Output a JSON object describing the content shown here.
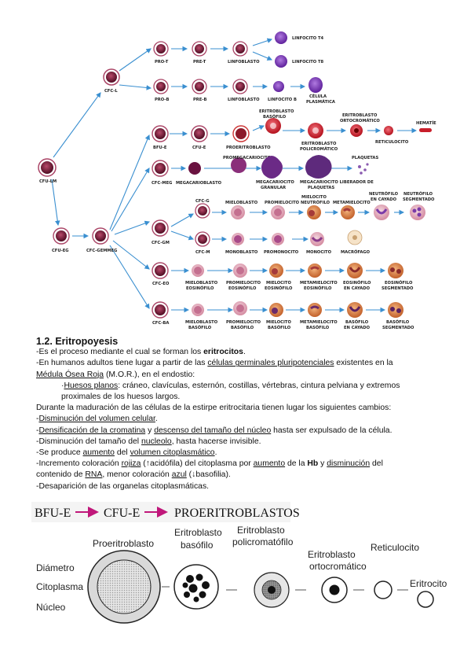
{
  "diagram": {
    "nodes": {
      "cfu_lm": "CFU-LM",
      "cfc_l": "CFC-L",
      "pro_t": "PRO-T",
      "pre_t": "PRE-T",
      "linfoblasto": "LINFOBLASTO",
      "linfocito_t4": "LINFOCITO T4",
      "linfocito_t8": "LINFOCITO T8",
      "pro_b": "PRO-B",
      "pre_b": "PRE-B",
      "linfoblasto_b": "LINFOBLASTO",
      "linfocito_b": "LINFOCITO B",
      "celula_plasmatica_1": "CÉLULA",
      "celula_plasmatica_2": "PLASMÁTICA",
      "bfu_e": "BFU-E",
      "cfu_e": "CFU-E",
      "proeritroblasto": "PROERITROBLASTO",
      "eritro_basofilo_1": "ERITROBLASTO",
      "eritro_basofilo_2": "BASÓFILO",
      "eritro_poli_1": "ERITROBLASTO",
      "eritro_poli_2": "POLICROMÁTICO",
      "eritro_orto_1": "ERITROBLASTO",
      "eritro_orto_2": "ORTOCROMÁTICO",
      "reticulocito": "RETICULOCITO",
      "hematie": "HEMATÍE",
      "cfc_meg": "CFC-MEG",
      "megacarioblasto": "MEGACARIOBLASTO",
      "promegacariocito": "PROMEGACARIOCITO",
      "megacariocito_granular_1": "MEGACARIOCITO",
      "megacariocito_granular_2": "GRANULAR",
      "megacariocito_liberador_1": "MEGACARIOCITO LIBERADOR DE",
      "megacariocito_liberador_2": "PLAQUETAS",
      "plaquetas": "PLAQUETAS",
      "cfu_eg": "CFU-EG",
      "cfc_gemmeg": "CFC-GEMMEG",
      "cfc_gm": "CFC-GM",
      "cfc_g": "CFC-G",
      "mieloblasto": "MIELOBLASTO",
      "promielocito": "PROMIELOCITO",
      "mielocito_neutrofilo_1": "MIELOCITO",
      "mielocito_neutrofilo_2": "NEUTRÓFILO",
      "metamielocito": "METAMIELOCITO",
      "neutrofilo_cayado_1": "NEUTRÓFILO",
      "neutrofilo_cayado_2": "EN CAYADO",
      "neutrofilo_seg_1": "NEUTRÓFILO",
      "neutrofilo_seg_2": "SEGMENTADO",
      "cfc_m": "CFC-M",
      "monoblasto": "MONOBLASTO",
      "promonocito": "PROMONOCITO",
      "monocito": "MONOCITO",
      "macrofago": "MACRÓFAGO",
      "cfc_eo": "CFC-EO",
      "mieloblasto_eo_1": "MIELOBLASTO",
      "mieloblasto_eo_2": "EOSINÓFILO",
      "promielocito_eo_1": "PROMIELOCITO",
      "promielocito_eo_2": "EOSINÓFILO",
      "mielocito_eo_1": "MIELOCITO",
      "mielocito_eo_2": "EOSINÓFILO",
      "metamielocito_eo_1": "METAMIELOCITO",
      "metamielocito_eo_2": "EOSINÓFILO",
      "eosinofilo_cayado_1": "EOSINÓFILO",
      "eosinofilo_cayado_2": "EN CAYADO",
      "eosinofilo_seg_1": "EOSINÓFILO",
      "eosinofilo_seg_2": "SEGMENTADO",
      "cfc_ba": "CFC-BA",
      "mieloblasto_ba_1": "MIELOBLASTO",
      "mieloblasto_ba_2": "BASÓFILO",
      "promielocito_ba_1": "PROMIELOCITO",
      "promielocito_ba_2": "BASÓFILO",
      "mielocito_ba_1": "MIELOCITO",
      "mielocito_ba_2": "BASÓFILO",
      "metamielocito_ba_1": "METAMIELOCITO",
      "metamielocito_ba_2": "BASÓFILO",
      "basofilo_cayado_1": "BASÓFILO",
      "basofilo_cayado_2": "EN CAYADO",
      "basofilo_seg_1": "BASÓFILO",
      "basofilo_seg_2": "SEGMENTADO"
    },
    "colors": {
      "arrow": "#3a8fd0",
      "stem_cell": "#6b1530",
      "lymph_purple": "#7b2fb5",
      "red_cell": "#c81e2a",
      "pink_cell": "#e2a6b6"
    }
  },
  "text": {
    "heading": "1.2. Eritropoyesis",
    "l1a": "-Es el proceso mediante el cual se forman los ",
    "l1b": "eritrocitos",
    "l1c": ".",
    "l2a": "-En humanos adultos tiene lugar a partir de las ",
    "l2b": "células germinales pluripotenciales",
    "l2c": " existentes en la",
    "l3a": "Médula Ósea Roja",
    "l3b": " (M.O.R.), en el endostio:",
    "l4a": "·",
    "l4b": "Huesos planos",
    "l4c": ": cráneo, clavículas, esternón, costillas, vértebras, cintura pelviana y extremos proximales de los huesos largos.",
    "l5": "Durante la maduración de las células de la estirpe eritrocitaria tienen lugar los siguientes cambios:",
    "l6a": "-",
    "l6b": "Disminución del volumen celular",
    "l6c": ".",
    "l7a": "-",
    "l7b": "Densificación de la cromatina",
    "l7c": " y ",
    "l7d": "descenso del tamaño del núcleo",
    "l7e": " hasta ser expulsado de la célula.",
    "l8a": "-Disminución del tamaño del ",
    "l8b": "nucleolo",
    "l8c": ", hasta hacerse invisible.",
    "l9a": "-Se produce ",
    "l9b": "aumento",
    "l9c": " del ",
    "l9d": "volumen citoplasmático",
    "l9e": ".",
    "l10a": "-Incremento coloración ",
    "l10b": "rojiza",
    "l10c": " (↑acidófila) del citoplasma por ",
    "l10d": "aumento",
    "l10e": " de la ",
    "l10f": "Hb",
    "l10g": " y ",
    "l10h": "disminución",
    "l10i": " del",
    "l11a": "contenido de ",
    "l11b": "RNA",
    "l11c": ", menor coloración ",
    "l11d": "azul",
    "l11e": " (↓basofilia).",
    "l12": "-Desaparición de las organelas citoplasmáticas."
  },
  "figure2": {
    "header_a": "BFU-E",
    "header_b": "CFU-E",
    "header_c": "PROERITROBLASTOS",
    "proeritroblasto": "Proeritroblasto",
    "basofilo_1": "Eritroblasto",
    "basofilo_2": "basófilo",
    "poli_1": "Eritroblasto",
    "poli_2": "policromatófilo",
    "orto_1": "Eritroblasto",
    "orto_2": "ortocromático",
    "reticulocito": "Reticulocito",
    "eritrocito": "Eritrocito",
    "row_diametro": "Diámetro",
    "row_citoplasma": "Citoplasma",
    "row_nucleo": "Núcleo",
    "arrow_color": "#c0177a"
  }
}
